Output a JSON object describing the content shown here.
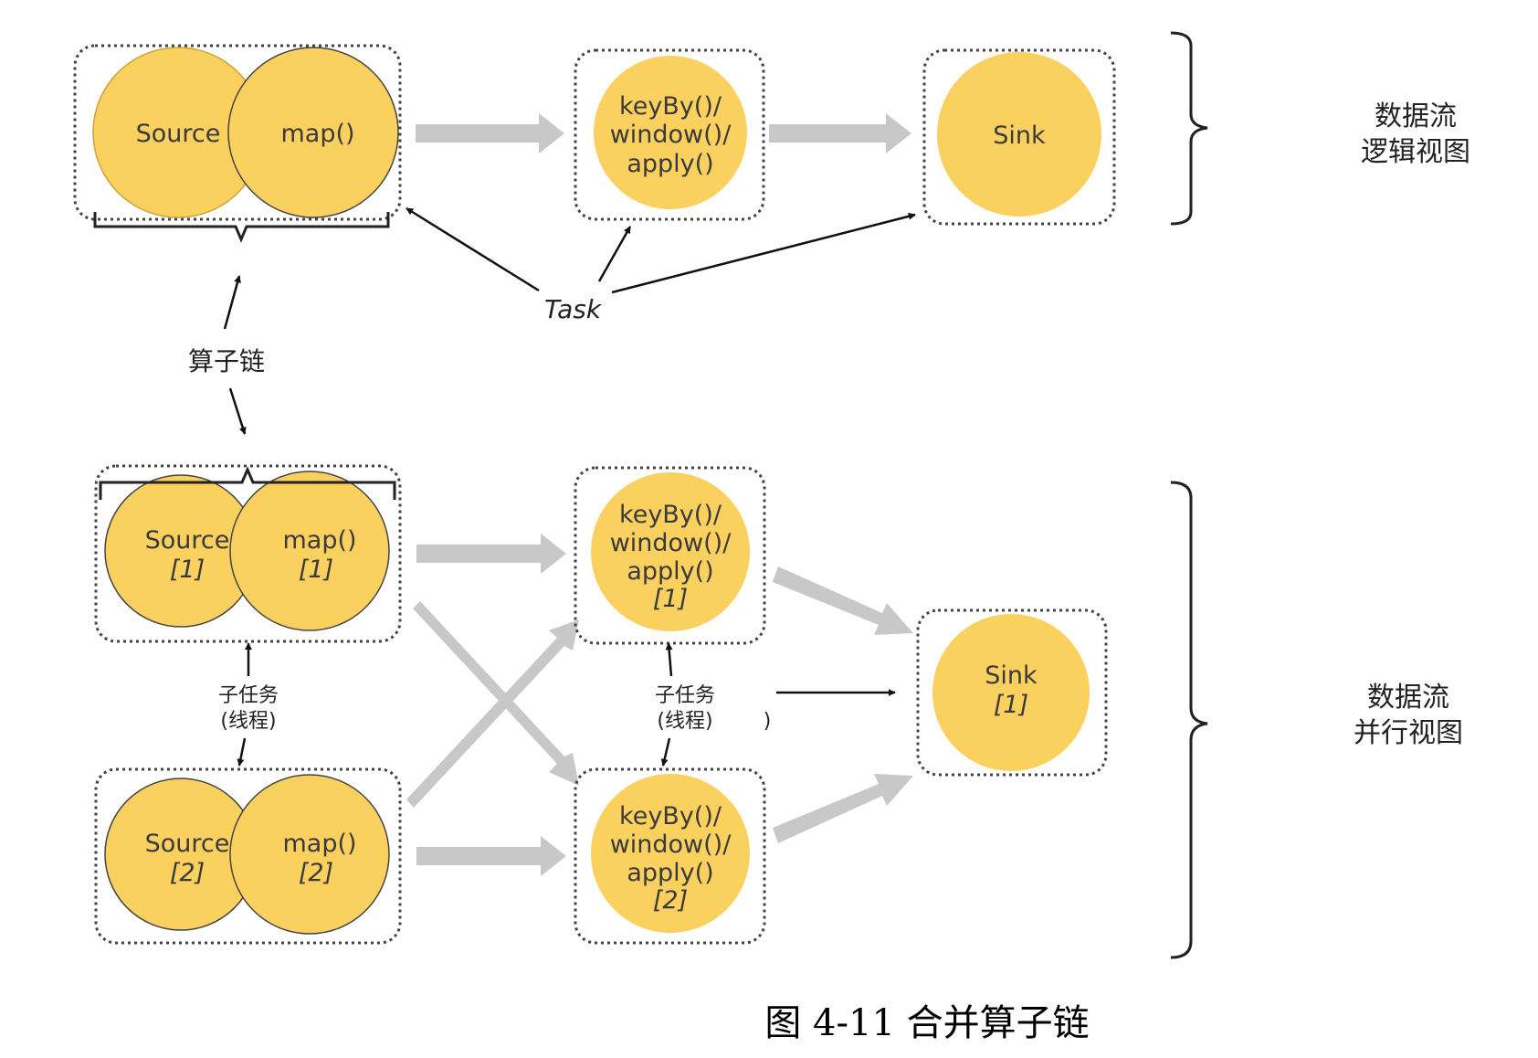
{
  "logical": {
    "source": "Source",
    "map": "map()",
    "keyby": [
      "keyBy()/",
      "window()/",
      "apply()"
    ],
    "sink": "Sink",
    "side_label": [
      "数据流",
      "逻辑视图"
    ]
  },
  "parallel": {
    "source1": [
      "Source",
      "[1]"
    ],
    "map1": [
      "map()",
      "[1]"
    ],
    "source2": [
      "Source",
      "[2]"
    ],
    "map2": [
      "map()",
      "[2]"
    ],
    "keyby1": [
      "keyBy()/",
      "window()/",
      "apply()",
      "[1]"
    ],
    "keyby2": [
      "keyBy()/",
      "window()/",
      "apply()",
      "[2]"
    ],
    "sink1": [
      "Sink",
      "[1]"
    ],
    "side_label": [
      "数据流",
      "并行视图"
    ]
  },
  "annotations": {
    "task": "Task",
    "operator_chain": "算子链",
    "subtask": [
      "子任务",
      "(线程)"
    ],
    "stray_paren": ")"
  },
  "caption": "图 4-11  合并算子链",
  "colors": {
    "node_fill": "#fad05e",
    "node_stroke": "#c9a53c",
    "flow_arrow": "#c8c8c8",
    "box_border": "#444444",
    "pointer": "#111111"
  }
}
